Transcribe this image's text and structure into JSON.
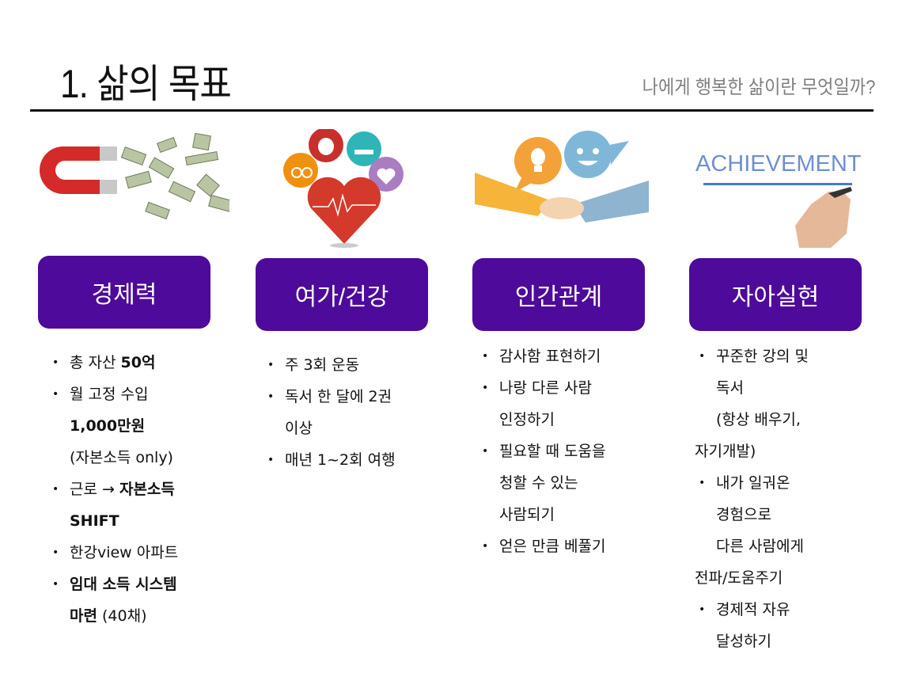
{
  "header": {
    "title": "1. 삶의 목표",
    "subtitle": "나에게 행복한 삶이란 무엇일까?"
  },
  "accent_color": "#4e0a9a",
  "columns": [
    {
      "label": "경제력",
      "image": "magnet-money-illustration",
      "lines": [
        {
          "bullet": true,
          "indent": true,
          "segs": [
            {
              "t": "총 자산 "
            },
            {
              "t": "50억",
              "b": true
            }
          ]
        },
        {
          "bullet": true,
          "indent": true,
          "segs": [
            {
              "t": "월 고정 수입"
            }
          ]
        },
        {
          "bullet": false,
          "indent": true,
          "segs": [
            {
              "t": "1,000만원",
              "b": true
            }
          ]
        },
        {
          "bullet": false,
          "indent": true,
          "segs": [
            {
              "t": "(자본소득 only)"
            }
          ]
        },
        {
          "bullet": true,
          "indent": true,
          "segs": [
            {
              "t": "근로 → "
            },
            {
              "t": "자본소득",
              "b": true
            }
          ]
        },
        {
          "bullet": false,
          "indent": true,
          "segs": [
            {
              "t": "SHIFT",
              "b": true
            }
          ]
        },
        {
          "bullet": true,
          "indent": true,
          "segs": [
            {
              "t": "한강view 아파트"
            }
          ]
        },
        {
          "bullet": true,
          "indent": true,
          "segs": [
            {
              "t": "임대 소득 시스템",
              "b": true
            }
          ]
        },
        {
          "bullet": false,
          "indent": true,
          "segs": [
            {
              "t": "마련",
              "b": true
            },
            {
              "t": " (40채)"
            }
          ]
        }
      ]
    },
    {
      "label": "여가/건강",
      "image": "health-heart-illustration",
      "lines": [
        {
          "bullet": true,
          "indent": true,
          "segs": [
            {
              "t": "주 3회 운동"
            }
          ]
        },
        {
          "bullet": true,
          "indent": true,
          "segs": [
            {
              "t": "독서 한 달에 2권"
            }
          ]
        },
        {
          "bullet": false,
          "indent": true,
          "segs": [
            {
              "t": "이상"
            }
          ]
        },
        {
          "bullet": true,
          "indent": true,
          "segs": [
            {
              "t": "매년 1~2회 여행"
            }
          ]
        }
      ]
    },
    {
      "label": "인간관계",
      "image": "handshake-illustration",
      "lines": [
        {
          "bullet": true,
          "indent": true,
          "segs": [
            {
              "t": "감사함 표현하기"
            }
          ]
        },
        {
          "bullet": true,
          "indent": true,
          "segs": [
            {
              "t": "나랑 다른 사람"
            }
          ]
        },
        {
          "bullet": false,
          "indent": true,
          "segs": [
            {
              "t": "인정하기"
            }
          ]
        },
        {
          "bullet": true,
          "indent": true,
          "segs": [
            {
              "t": "필요할 때 도움을"
            }
          ]
        },
        {
          "bullet": false,
          "indent": true,
          "segs": [
            {
              "t": "청할 수 있는"
            }
          ]
        },
        {
          "bullet": false,
          "indent": true,
          "segs": [
            {
              "t": "사람되기"
            }
          ]
        },
        {
          "bullet": true,
          "indent": true,
          "segs": [
            {
              "t": "얻은 만큼 베풀기"
            }
          ]
        }
      ]
    },
    {
      "label": "자아실현",
      "image": "achievement-illustration",
      "image_text": "ACHIEVEMENT",
      "lines": [
        {
          "bullet": true,
          "indent": true,
          "segs": [
            {
              "t": "꾸준한 강의 및"
            }
          ]
        },
        {
          "bullet": false,
          "indent": true,
          "segs": [
            {
              "t": "독서"
            }
          ]
        },
        {
          "bullet": false,
          "indent": true,
          "segs": [
            {
              "t": "(항상 배우기,"
            }
          ]
        },
        {
          "bullet": false,
          "indent": false,
          "segs": [
            {
              "t": "자기개발)"
            }
          ]
        },
        {
          "bullet": true,
          "indent": true,
          "segs": [
            {
              "t": "내가 일궈온"
            }
          ]
        },
        {
          "bullet": false,
          "indent": true,
          "segs": [
            {
              "t": "경험으로"
            }
          ]
        },
        {
          "bullet": false,
          "indent": true,
          "segs": [
            {
              "t": "다른 사람에게"
            }
          ]
        },
        {
          "bullet": false,
          "indent": false,
          "segs": [
            {
              "t": "전파/도움주기"
            }
          ]
        },
        {
          "bullet": true,
          "indent": true,
          "segs": [
            {
              "t": "경제적 자유"
            }
          ]
        },
        {
          "bullet": false,
          "indent": true,
          "segs": [
            {
              "t": "달성하기"
            }
          ]
        }
      ]
    }
  ]
}
